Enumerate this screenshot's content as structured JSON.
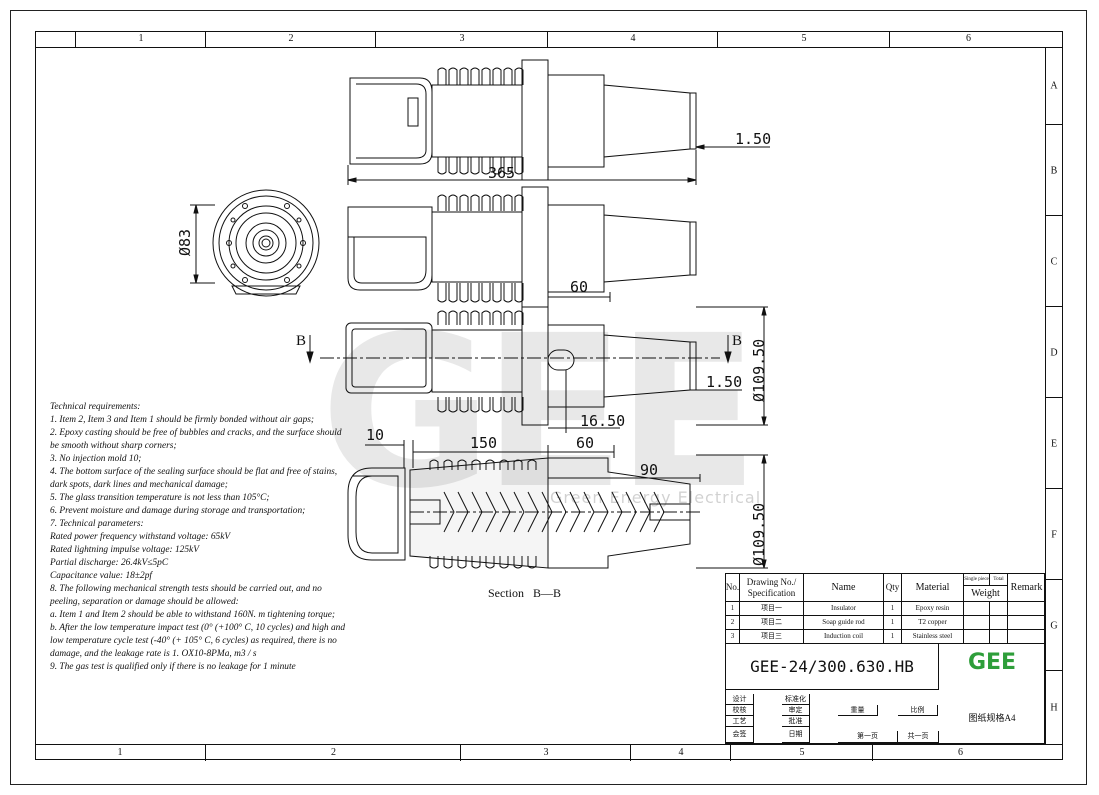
{
  "zones": {
    "top": [
      "1",
      "2",
      "3",
      "4",
      "5",
      "6"
    ],
    "bottom": [
      "1",
      "2",
      "3",
      "4",
      "5",
      "6"
    ],
    "right": [
      "A",
      "B",
      "C",
      "D",
      "E",
      "F",
      "G",
      "H"
    ]
  },
  "dimensions": {
    "d_1_50_top": "1.50",
    "d_365": "365",
    "d_phi83": "Ø83",
    "d_60_mid": "60",
    "d_phi109_50_mid": "Ø109.50",
    "d_1_50_mid": "1.50",
    "d_16_50": "16.50",
    "d_10": "10",
    "d_150": "150",
    "d_60_sec": "60",
    "d_90": "90",
    "d_phi109_50_sec": "Ø109.50"
  },
  "section_marks": {
    "left": "B",
    "right": "B",
    "caption": "Section",
    "caption_id": "B—B"
  },
  "watermark": {
    "logo": "GEE",
    "text": "Green Energy Electrical"
  },
  "technical_requirements": [
    "Technical requirements:",
    "1. Item 2, Item 3 and Item 1 should be firmly bonded without air gaps;",
    "2. Epoxy casting should be free of bubbles and cracks, and the surface should be smooth without sharp corners;",
    "3. No injection mold 10;",
    "4. The bottom surface of the sealing surface should be flat and free of stains, dark spots, dark lines and mechanical damage;",
    "5. The glass transition temperature is not less than 105°C;",
    "6. Prevent moisture and damage during storage and transportation;",
    "7. Technical parameters:",
    "Rated power frequency withstand voltage: 65kV",
    "Rated lightning impulse voltage: 125kV",
    "Partial discharge: 26.4kV≤5pC",
    "Capacitance value: 18±2pf",
    "8. The following mechanical strength tests should be carried out, and no peeling, separation or damage should be allowed:",
    "a. Item 1 and Item 2 should be able to withstand 160N. m tightening torque;",
    "b. After the low temperature impact test (0° (+100° C, 10 cycles) and high and low temperature cycle test (-40° (+ 105° C, 6 cycles) as required, there is no damage, and the leakage rate is 1. OX10-8PMa, m3 / s",
    "9. The gas test is qualified only if there is no leakage for 1 minute"
  ],
  "title_block": {
    "headers": {
      "no": "No.",
      "drawing_no": "Drawing No./ Specification",
      "name": "Name",
      "qty": "Qty",
      "material": "Material",
      "single_piece": "Single piece",
      "total": "Total",
      "weight": "Weight",
      "remark": "Remark"
    },
    "rows": [
      {
        "no": "1",
        "drawing": "项目一",
        "name": "Insulator",
        "qty": "1",
        "material": "Epoxy resin"
      },
      {
        "no": "2",
        "drawing": "项目二",
        "name": "Soap guide rod",
        "qty": "1",
        "material": "T2 copper"
      },
      {
        "no": "3",
        "drawing": "项目三",
        "name": "Induction coil",
        "qty": "1",
        "material": "Stainless steel"
      }
    ],
    "drawing_number": "GEE-24/300.630.HB",
    "logo": "GEE",
    "sign": {
      "design": "设计",
      "std": "标准化",
      "check": "校核",
      "review": "审定",
      "process": "工艺",
      "approve": "批准",
      "countersign": "会签",
      "date": "日期",
      "weight": "重量",
      "scale": "比例",
      "page": "第一页",
      "total_pages": "共一页",
      "paper": "图纸规格A4"
    }
  },
  "colors": {
    "line": "#111111",
    "logo_green": "#2e9e3a"
  }
}
